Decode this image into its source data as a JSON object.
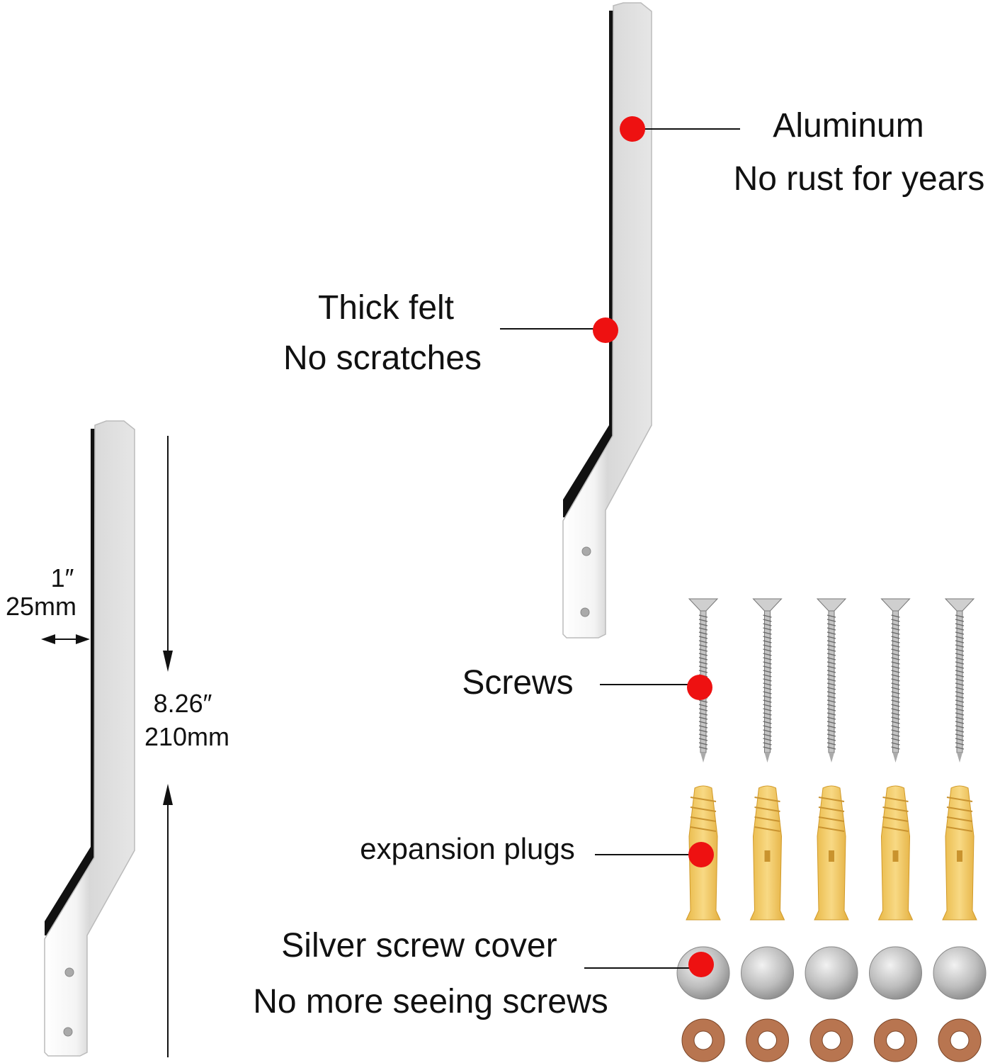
{
  "callouts": {
    "aluminum": {
      "title": "Aluminum",
      "subtitle": "No rust for years"
    },
    "felt": {
      "title": "Thick felt",
      "subtitle": "No scratches"
    },
    "screws": {
      "title": "Screws"
    },
    "plugs": {
      "title": "expansion plugs"
    },
    "cover": {
      "title": "Silver screw cover",
      "subtitle": "No more seeing screws"
    }
  },
  "dimensions": {
    "width_in": "1″",
    "width_mm": "25mm",
    "length_in": "8.26″",
    "length_mm": "210mm"
  },
  "hardware_sets": 5,
  "colors": {
    "marker": "#ee1111",
    "felt": "#111111",
    "plug": "#f2c35a",
    "washer": "#b87550",
    "cover": "#c8c8c8"
  }
}
